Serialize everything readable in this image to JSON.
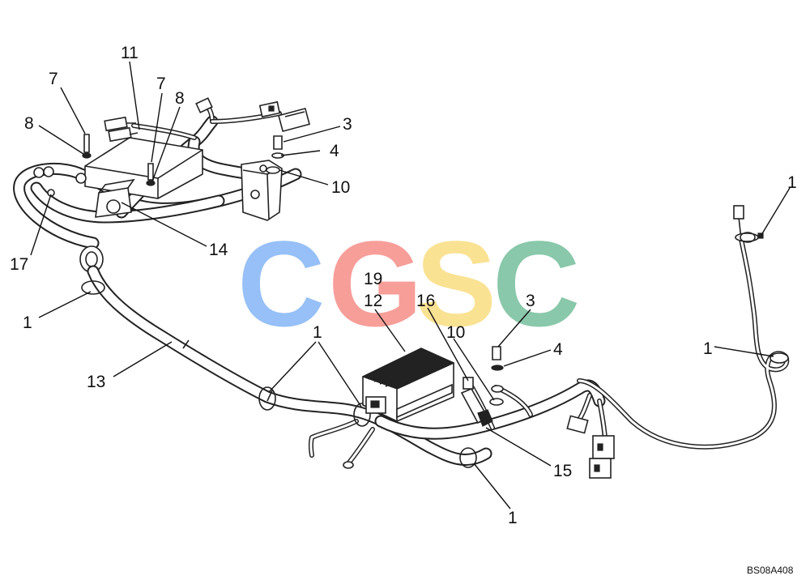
{
  "diagram": {
    "watermark": {
      "letters": [
        "C",
        "G",
        "S",
        "C"
      ],
      "colors": [
        "#6fa8f5",
        "#f47a72",
        "#f9d86a",
        "#5db38a"
      ]
    },
    "callouts": [
      "11",
      "7",
      "7",
      "8",
      "8",
      "3",
      "4",
      "10",
      "1",
      "17",
      "14",
      "1",
      "19",
      "12",
      "16",
      "3",
      "10",
      "4",
      "1",
      "1",
      "13",
      "15",
      "1"
    ],
    "drawing_code": "BS08A408"
  }
}
